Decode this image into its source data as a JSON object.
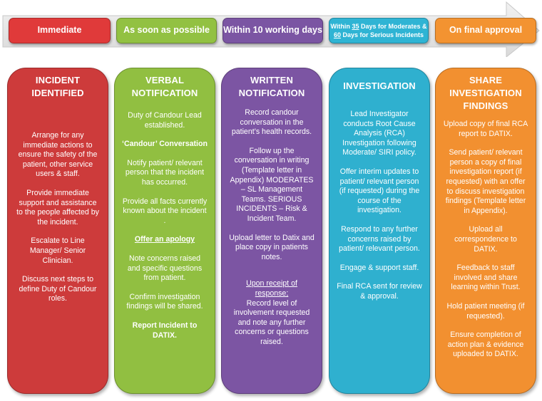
{
  "stages": [
    {
      "label": "Immediate",
      "color": "#e03a3a"
    },
    {
      "label": "As soon as possible",
      "color": "#92c142"
    },
    {
      "label": "Within 10 working days",
      "color": "#7b55a3"
    },
    {
      "label_line1_pre": "Within ",
      "label_line1_num": "35",
      "label_line1_post": " Days for Moderates  &",
      "label_line2_num": "60",
      "label_line2_post": " Days for Serious Incidents",
      "color": "#2fb4d4"
    },
    {
      "label": "On final approval",
      "color": "#f39331"
    }
  ],
  "columns": [
    {
      "title": "INCIDENT IDENTIFIED",
      "color": "#cd3b3b",
      "paragraphs": [
        "Arrange for any immediate actions to ensure the safety of the patient, other service users & staff.",
        "Provide immediate support and assistance to the people affected by the incident.",
        "Escalate to Line Manager/ Senior Clinician.",
        "Discuss next steps to define Duty of Candour roles."
      ]
    },
    {
      "title": "VERBAL NOTIFICATION",
      "color": "#91bf41",
      "paragraphs": [
        "Duty of Candour Lead established.",
        "‘Candour’ Conversation",
        "Notify patient/ relevant person that the incident has occurred.",
        "Provide all facts currently known about the incident .",
        "Offer an apology",
        "Note concerns raised and specific questions from patient.",
        "Confirm investigation findings will be shared.",
        "Report Incident to DATIX."
      ]
    },
    {
      "title": "WRITTEN NOTIFICATION",
      "color": "#7c55a3",
      "paragraphs": [
        "Record candour conversation in the patient’s health records.",
        "Follow up the conversation in writing (Template letter in Appendix) MODERATES  – SL Management Teams. SERIOUS INCIDENTS – Risk & Incident Team.",
        "Upload letter to Datix and place copy in patients notes.",
        "Upon receipt of response;",
        "Record level of involvement requested and note any further concerns or questions raised."
      ]
    },
    {
      "title": "INVESTIGATION",
      "color": "#2fb0cf",
      "paragraphs": [
        "Lead Investigator conducts Root Cause Analysis (RCA) Investigation following Moderate/ SIRI policy.",
        "Offer interim updates to patient/ relevant person (if requested) during the course of the investigation.",
        "Respond to any further concerns raised by patient/ relevant person.",
        "Engage &  support staff.",
        "Final RCA sent for review & approval."
      ]
    },
    {
      "title": "SHARE INVESTIGATION FINDINGS",
      "color": "#f29030",
      "paragraphs": [
        "Upload copy of final RCA report to DATIX.",
        "Send patient/ relevant person a copy of final investigation report (if requested) with an offer to discuss investigation findings (Template letter in Appendix).",
        "Upload all correspondence to DATIX.",
        "Feedback to staff involved and share learning within Trust.",
        "Hold patient meeting (if requested).",
        "Ensure completion of action plan & evidence uploaded to DATIX."
      ]
    }
  ]
}
